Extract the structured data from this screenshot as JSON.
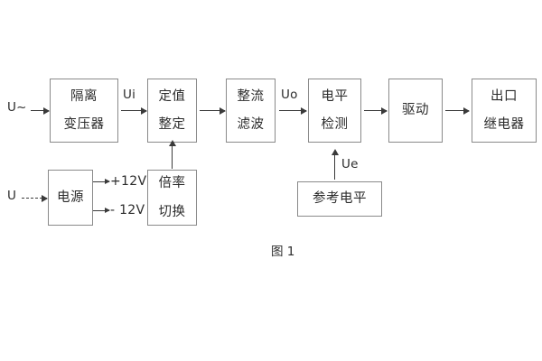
{
  "figure": {
    "caption": "图 1",
    "background_color": "#ffffff",
    "border_color": "#8a8a8a",
    "line_color": "#3a3a3a",
    "text_color": "#2b2b2b"
  },
  "blocks": [
    {
      "id": "isolation-transformer",
      "lines": [
        "隔离",
        "变压器"
      ]
    },
    {
      "id": "setting-value",
      "lines": [
        "定值",
        "整定"
      ]
    },
    {
      "id": "rectifier-filter",
      "lines": [
        "整流",
        "滤波"
      ]
    },
    {
      "id": "level-detection",
      "lines": [
        "电平",
        "检测"
      ]
    },
    {
      "id": "drive",
      "lines": [
        "驱动"
      ]
    },
    {
      "id": "output-relay",
      "lines": [
        "出口",
        "继电器"
      ]
    },
    {
      "id": "power-supply",
      "lines": [
        "电源"
      ]
    },
    {
      "id": "multiplier-switch",
      "lines": [
        "倍率",
        "切换"
      ]
    },
    {
      "id": "reference-level",
      "lines": [
        "参考电平"
      ]
    }
  ],
  "signals": {
    "input_ac": "U~",
    "input_dc": "U",
    "ui": "Ui",
    "uo": "Uo",
    "ue": "Ue",
    "rail_positive": "+12V",
    "rail_negative": "- 12V"
  }
}
